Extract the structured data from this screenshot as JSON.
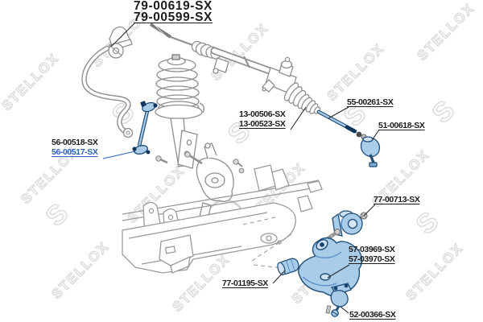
{
  "watermark": {
    "text": "STELLOX",
    "logo_glyph": "S"
  },
  "labels": {
    "pair_79": {
      "line1": "79-00619-SX",
      "line2": "79-00599-SX"
    },
    "pair_13": {
      "line1": "13-00506-SX",
      "line2": "13-00523-SX"
    },
    "single_55": {
      "text": "55-00261-SX"
    },
    "single_51": {
      "text": "51-00618-SX"
    },
    "pair_56": {
      "line1": "56-00518-SX",
      "line2": "56-00517-SX"
    },
    "single_77a": {
      "text": "77-00713-SX"
    },
    "pair_57": {
      "line1": "57-03969-SX",
      "line2": "57-03970-SX"
    },
    "single_77b": {
      "text": "77-01195-SX"
    },
    "single_52": {
      "text": "52-00366-SX"
    }
  },
  "colors": {
    "highlighted_label": "#2c63c5",
    "label_text": "#1c1c1c",
    "highlight_part_fill": "#a9cce9",
    "highlight_part_outline": "#1f4e79",
    "line_art": "#8f8f8f",
    "watermark": "#d7d7d7"
  }
}
